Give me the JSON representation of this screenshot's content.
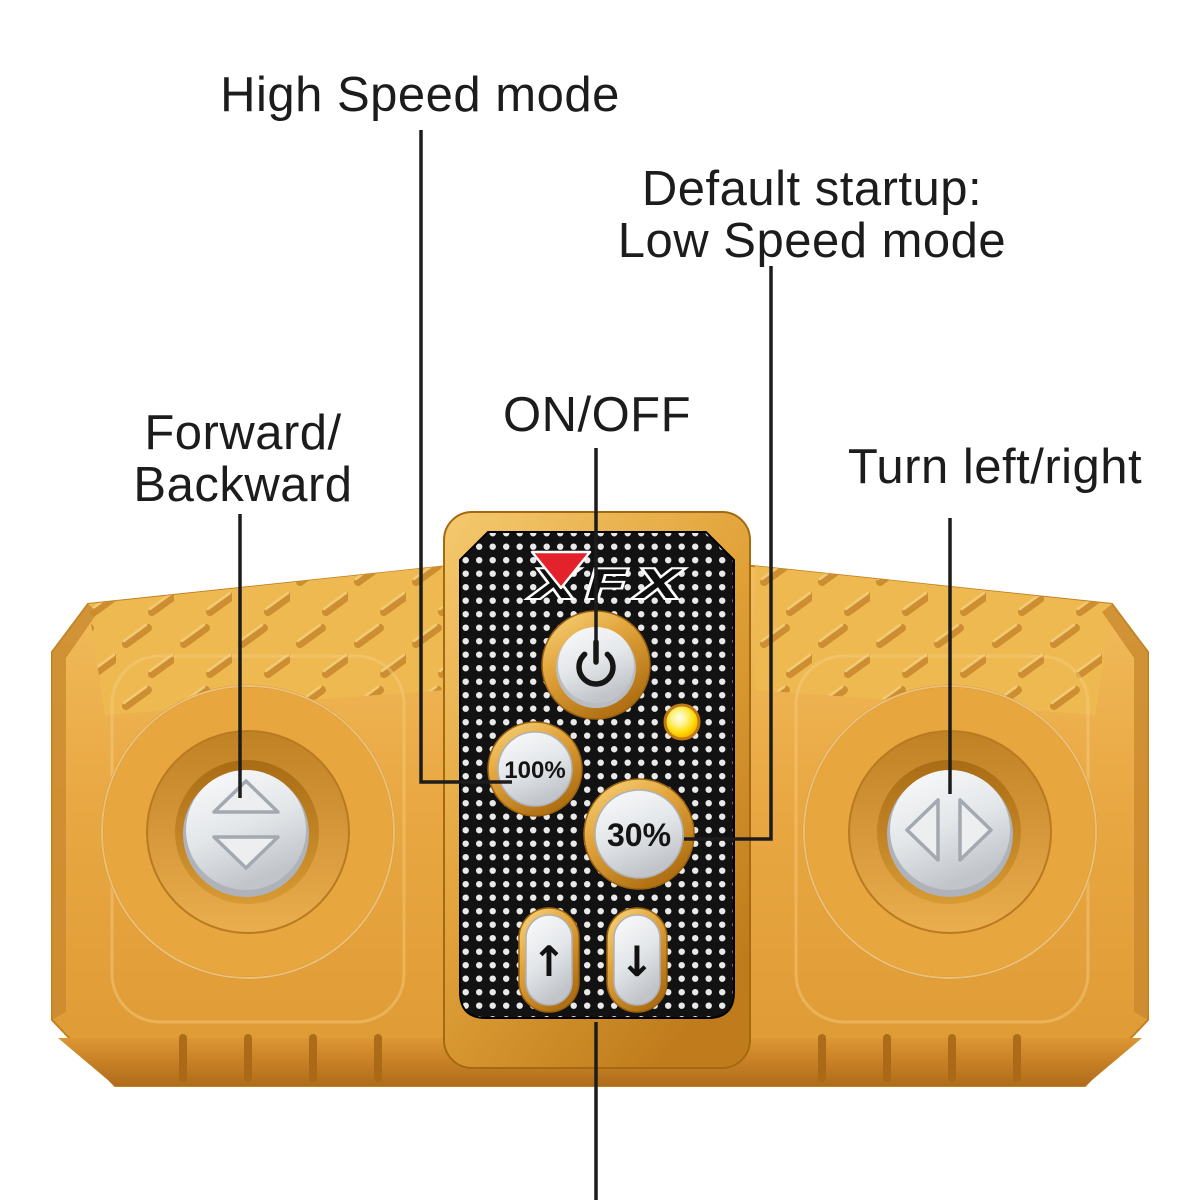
{
  "annotations": {
    "high_speed": {
      "text": "High Speed mode"
    },
    "default_startup": {
      "line1": "Default startup:",
      "line2": "Low Speed mode"
    },
    "on_off": {
      "text": "ON/OFF"
    },
    "forward_backward": {
      "line1": "Forward/",
      "line2": "Backward"
    },
    "turn_left_right": {
      "text": "Turn left/right"
    }
  },
  "device": {
    "type": "RC remote controller",
    "logo_text": "XFX",
    "buttons": {
      "high_speed_label": "100%",
      "low_speed_label": "30%"
    },
    "icons": {
      "up_arrow": "↑",
      "down_arrow": "↓"
    },
    "indicator": {
      "state": "on",
      "color": "#FFD900"
    },
    "colors": {
      "body_gold": "#E9A63F",
      "panel_black": "#121212",
      "button_ring_gold": "#E2A43C",
      "button_silver": "#E7EAED",
      "callout_line": "#1C1C1C"
    }
  }
}
